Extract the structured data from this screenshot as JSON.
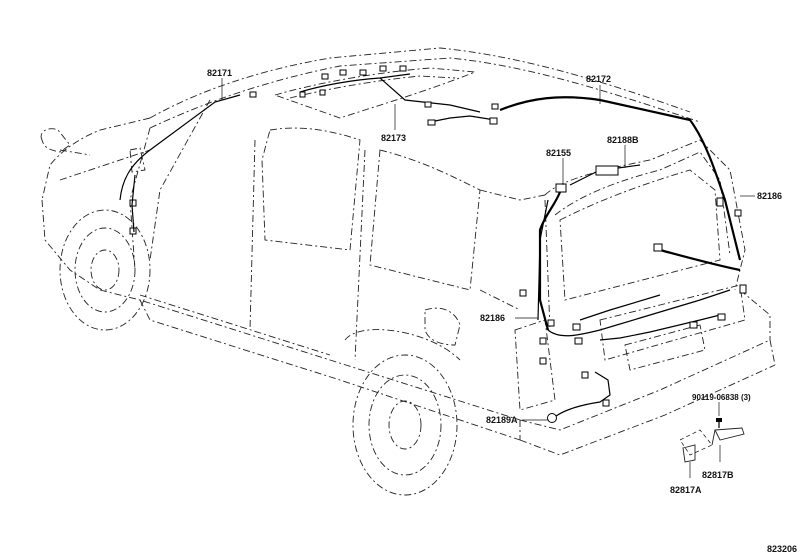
{
  "labels": {
    "p82171": "82171",
    "p82172": "82172",
    "p82173": "82173",
    "p82155": "82155",
    "p82188B": "82188B",
    "p82186_right": "82186",
    "p82186_left": "82186",
    "p82189A": "82189A",
    "p90119": "90119-06838 (3)",
    "p82817B": "82817B",
    "p82817A": "82817A",
    "figure_number": "823206"
  }
}
